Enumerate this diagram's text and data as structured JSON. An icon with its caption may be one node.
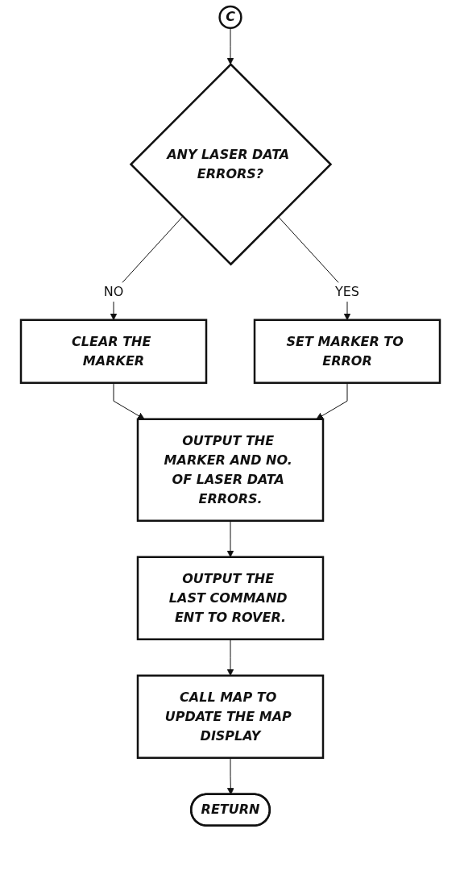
{
  "diagram": {
    "nodes": [
      {
        "text": [
          "C"
        ]
      },
      {
        "text": [
          "ANY LASER DATA ERRORS?"
        ]
      },
      {
        "text": [
          "CLEAR THE MARKER"
        ]
      },
      {
        "text": [
          "SET MARKER TO ERROR"
        ]
      },
      {
        "text": [
          "OUTPUT THE MARKER AND NO. OF LASER DATA ERRORS."
        ]
      },
      {
        "text": [
          "OUTPUT THE LAST COMMAND ENT TO ROVER."
        ]
      },
      {
        "text": [
          "CALL MAP TO UPDATE THE MAP DISPLAY"
        ]
      },
      {
        "text": [
          "RETURN"
        ]
      }
    ],
    "edges": [
      {
        "from": 0,
        "to": 1,
        "arrow": "to"
      },
      {
        "from": 1,
        "to": 3,
        "arrow": "to",
        "label": "YES"
      },
      {
        "from": 1,
        "to": 2,
        "arrow": "to",
        "label": "NO"
      },
      {
        "from": 2,
        "to": 4,
        "arrow": "to"
      },
      {
        "from": 3,
        "to": 4,
        "arrow": "to"
      },
      {
        "from": 4,
        "to": 5,
        "arrow": "to"
      },
      {
        "from": 5,
        "to": 6,
        "arrow": "to"
      },
      {
        "from": 6,
        "to": 7,
        "arrow": "to"
      }
    ]
  }
}
